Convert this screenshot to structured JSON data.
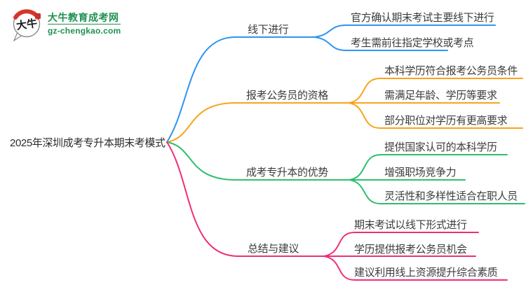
{
  "logo": {
    "title": "大牛教育成考网",
    "subtitle": "gz-chengkao.com",
    "bubble_text": "大牛",
    "brand_green": "#1f9150",
    "brand_red": "#d7342b"
  },
  "root": {
    "label": "2025年深圳成考专升本期末考模式"
  },
  "text_color": "#3c3c3c",
  "branches": [
    {
      "label": "线下进行",
      "color": "#2e95ef",
      "children": [
        "官方确认期末考试主要线下进行",
        "考生需前往指定学校或考点"
      ]
    },
    {
      "label": "报考公务员的资格",
      "color": "#f8a41b",
      "children": [
        "本科学历符合报考公务员条件",
        "需满足年龄、学历等要求",
        "部分职位对学历有更高要求"
      ]
    },
    {
      "label": "成考专升本的优势",
      "color": "#2ebf6e",
      "children": [
        "提供国家认可的本科学历",
        "增强职场竞争力",
        "灵活性和多样性适合在职人员"
      ]
    },
    {
      "label": "总结与建议",
      "color": "#ee2e78",
      "children": [
        "期末考试以线下形式进行",
        "学历提供报考公务员机会",
        "建议利用线上资源提升综合素质"
      ]
    }
  ]
}
